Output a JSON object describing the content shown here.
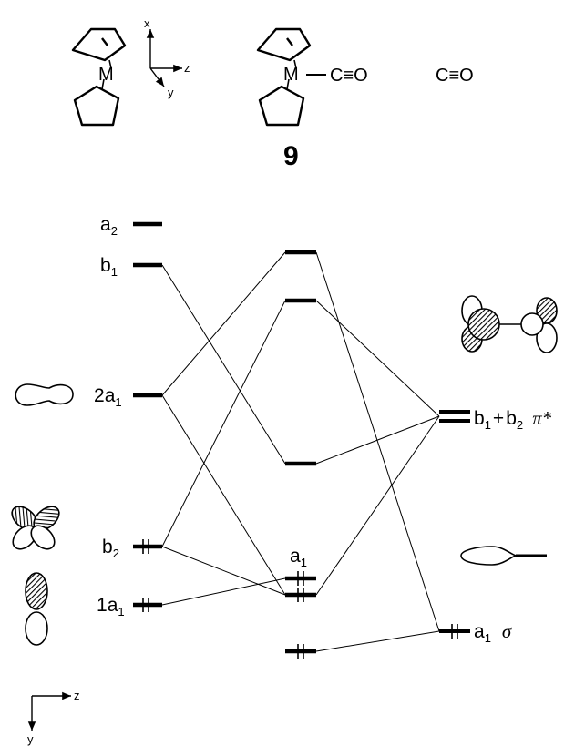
{
  "header": {
    "metal_label": "M",
    "co_label": "C≡O",
    "axis_x": "x",
    "axis_y": "y",
    "axis_z": "z",
    "compound_number": "9"
  },
  "left_levels": {
    "a2": {
      "sym": "a",
      "sub": "2"
    },
    "b1": {
      "sym": "b",
      "sub": "1"
    },
    "a1_2": {
      "pre": "2",
      "sym": "a",
      "sub": "1"
    },
    "b2": {
      "sym": "b",
      "sub": "2"
    },
    "a1_1": {
      "pre": "1",
      "sym": "a",
      "sub": "1"
    }
  },
  "middle_levels": {
    "a1": {
      "sym": "a",
      "sub": "1"
    }
  },
  "right_levels": {
    "pi_star": {
      "b1": "b",
      "b1_sub": "1",
      "plus": "+",
      "b2": "b",
      "b2_sub": "2",
      "pi": "π*"
    },
    "sigma": {
      "sym": "a",
      "sub": "1",
      "sigma": "σ"
    }
  },
  "bottom_axes": {
    "axis_z": "z",
    "axis_y": "y"
  }
}
